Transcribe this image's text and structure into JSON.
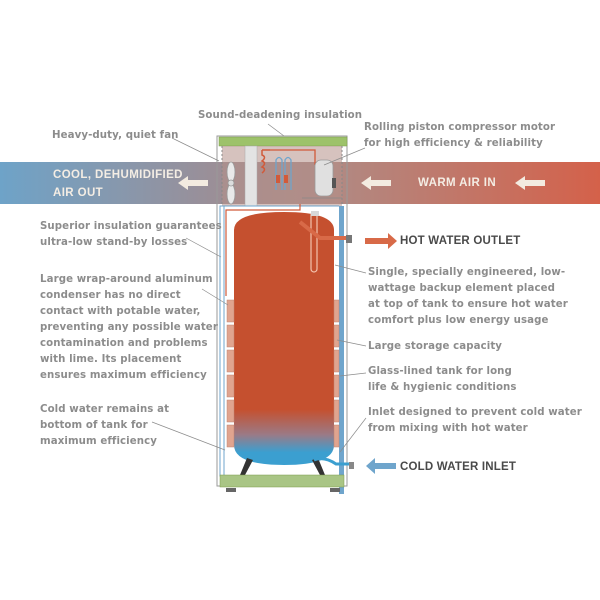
{
  "diagram": {
    "title": "Heat pump water heater cutaway",
    "colors": {
      "cool_air": "#6ea3c8",
      "warm_air": "#d4614a",
      "tank_hot": "#c5502f",
      "tank_cold": "#3b9fd0",
      "insulation_top": "#9dc26a",
      "base": "#a9c585",
      "label_text": "#8c8c8c",
      "hot_arrow": "#d86a48",
      "cold_arrow": "#6fa5cc"
    },
    "air_band": {
      "left_label": "COOL, DEHUMIDIFIED\nAIR OUT",
      "right_label": "WARM AIR IN"
    },
    "labels": {
      "sound_insulation": "Sound-deadening insulation",
      "fan": "Heavy-duty, quiet fan",
      "compressor": "Rolling piston compressor motor\nfor high efficiency & reliability",
      "insulation": "Superior insulation guarantees\nultra-low stand-by losses",
      "condenser": "Large wrap-around aluminum\ncondenser has no direct\ncontact with potable water,\npreventing any possible water\ncontamination and problems\nwith lime. Its placement\nensures maximum efficiency",
      "cold_bottom": "Cold water remains at\nbottom of tank for\nmaximum efficiency",
      "hot_outlet": "HOT WATER OUTLET",
      "backup_element": "Single, specially engineered, low-\nwattage backup element placed\nat top of tank to ensure hot water\ncomfort plus low energy usage",
      "storage": "Large storage capacity",
      "glass_lined": "Glass-lined tank for long\nlife & hygienic conditions",
      "inlet_design": "Inlet designed to prevent cold water\nfrom mixing with hot water",
      "cold_inlet": "COLD WATER INLET"
    }
  }
}
